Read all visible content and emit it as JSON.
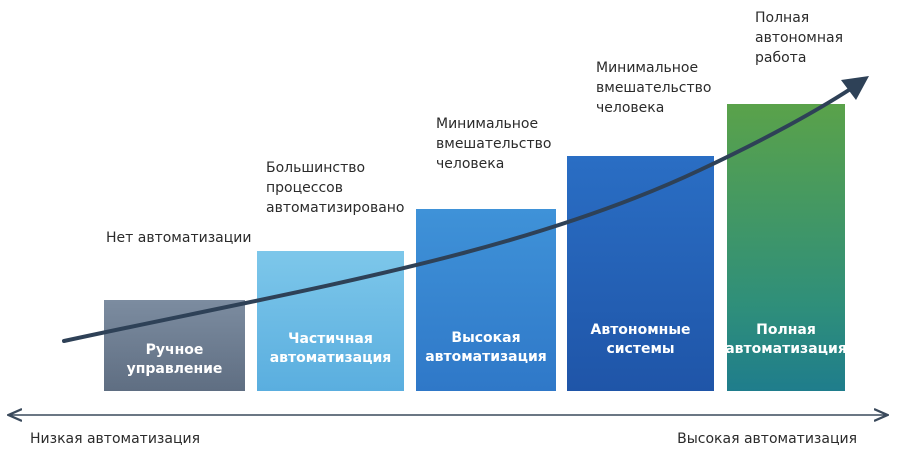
{
  "levels": [
    {
      "bar_label": "Ручное управление",
      "description": "",
      "color": "#6b7a8f"
    },
    {
      "bar_label": "Частичная автоматизация",
      "description": "Нет автоматизации",
      "color": "#6cbbe6"
    },
    {
      "bar_label": "Высокая автоматизация",
      "description": "Большинство процессов автоматизировано",
      "color": "#3584d0"
    },
    {
      "bar_label": "Автономные системы",
      "description": "Минимальное вмешательство человека",
      "color": "#2461b4"
    },
    {
      "bar_label": "Полная автоматизация",
      "description": "Минимальное вмешательство человека",
      "color": "#3f9a66"
    }
  ],
  "top_description": "Полная автономная работа",
  "axis": {
    "left_label": "Низкая автоматизация",
    "right_label": "Высокая автоматизация",
    "color": "#3a4a5c"
  },
  "trend_arrow_color": "#2e4157"
}
